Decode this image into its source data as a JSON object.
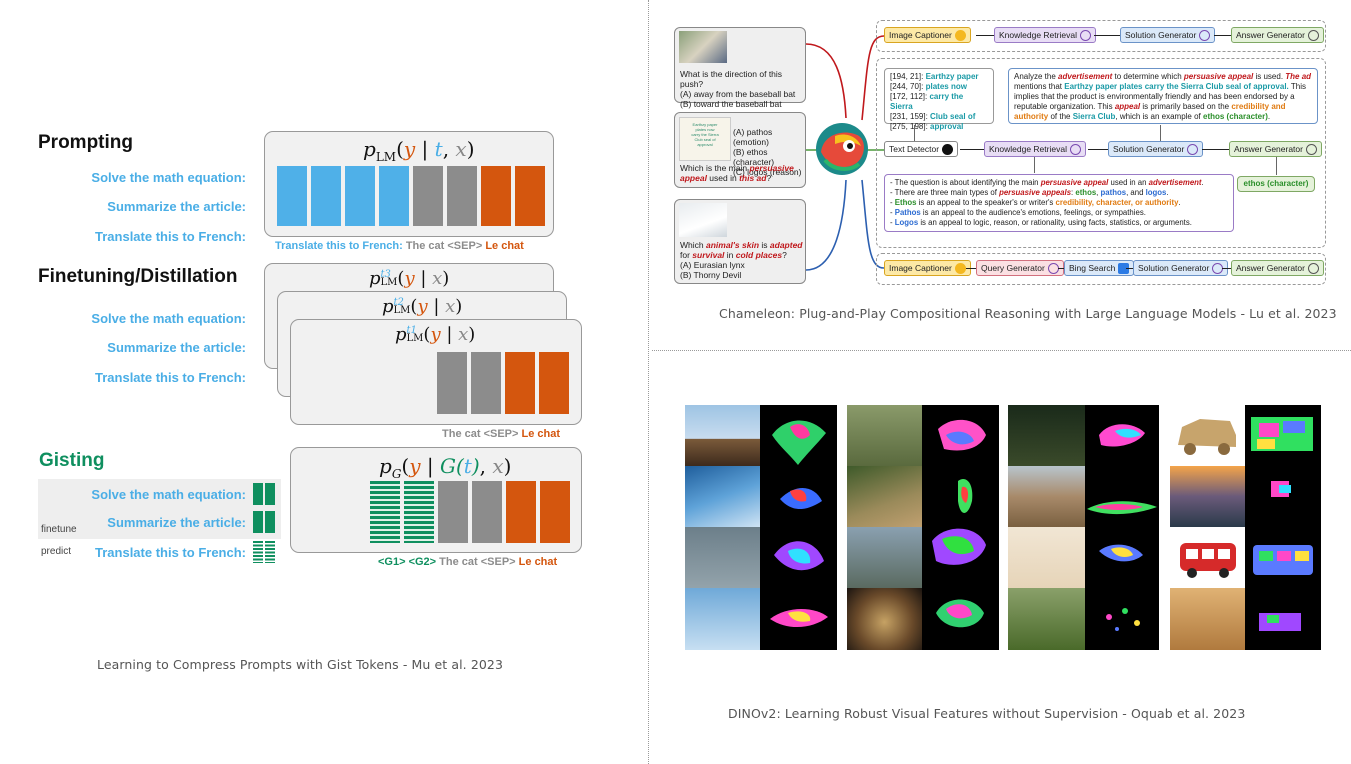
{
  "gist_figure": {
    "caption": "Learning to Compress Prompts with Gist Tokens - Mu et al. 2023",
    "prompting": {
      "heading": "Prompting",
      "tasks": [
        "Solve the math equation:",
        "Summarize the article:",
        "Translate this to French:"
      ],
      "formula": {
        "p": "p",
        "sub": "LM",
        "y": "y",
        "bar": " | ",
        "t": "t",
        "comma": ", ",
        "x": "x"
      },
      "example": {
        "task": "Translate this to French:",
        "input": "The cat <SEP>",
        "output": "Le chat"
      }
    },
    "finetuning": {
      "heading": "Finetuning/Distillation",
      "tasks": [
        "Solve the math equation:",
        "Summarize the article:",
        "Translate this to French:"
      ],
      "formulas": [
        {
          "p": "p",
          "sup": "t3",
          "sub": "LM",
          "y": "y",
          "bar": " | ",
          "x": "x"
        },
        {
          "p": "p",
          "sup": "t2",
          "sub": "LM",
          "y": "y",
          "bar": " | ",
          "x": "x"
        },
        {
          "p": "p",
          "sup": "t1",
          "sub": "LM",
          "y": "y",
          "bar": " | ",
          "x": "x"
        }
      ],
      "example": {
        "input": "The cat <SEP>",
        "output": "Le chat"
      }
    },
    "gisting": {
      "heading": "Gisting",
      "tasks": [
        "Solve the math equation:",
        "Summarize the article:",
        "Translate this to French:"
      ],
      "stage_labels": {
        "finetune": "finetune",
        "predict": "predict"
      },
      "formula": {
        "p": "p",
        "sub": "G",
        "y": "y",
        "bar": " | ",
        "g": "G(",
        "t": "t",
        "close": ")",
        "comma": ", ",
        "x": "x"
      },
      "example": {
        "gist": "<G1> <G2>",
        "input": "The cat <SEP>",
        "output": "Le chat"
      }
    },
    "colors": {
      "task": "#4aaee6",
      "gist": "#0f8f5f",
      "output": "#d4560e",
      "input": "#8c8c8c"
    }
  },
  "chameleon_figure": {
    "caption": "Chameleon: Plug-and-Play Compositional Reasoning with Large Language Models - Lu et al. 2023",
    "questions": [
      {
        "text": "What is the direction of this push?",
        "options": [
          "(A) away from the baseball bat",
          "(B) toward the baseball bat"
        ]
      },
      {
        "options": [
          "(A) pathos (emotion)",
          "(B) ethos (character)",
          "(C) logos (reason)"
        ],
        "q_prefix": "Which is the main ",
        "q_em": "persuasive appeal",
        "q_mid": " used in ",
        "q_em2": "this ad",
        "q_suffix": "?"
      },
      {
        "q_prefix": "Which ",
        "q_em": "animal's skin",
        "q_mid": " is ",
        "q_em2": "adapted",
        "q_mid2": " for ",
        "q_em3": "survival",
        "q_mid3": " in ",
        "q_em4": "cold places",
        "q_suffix": "?",
        "options": [
          "(A) Eurasian lynx",
          "(B) Thorny Devil"
        ]
      }
    ],
    "ad_text": [
      "Earthzy paper",
      "plates now",
      "carry the Sierra",
      "Club seal of",
      "approval"
    ],
    "pipeline_1": [
      "Image Captioner",
      "Knowledge Retrieval",
      "Solution Generator",
      "Answer Generator"
    ],
    "pipeline_2": [
      "Text Detector",
      "Knowledge Retrieval",
      "Solution Generator",
      "Answer Generator"
    ],
    "pipeline_3": [
      "Image Captioner",
      "Query Generator",
      "Bing Search",
      "Solution Generator",
      "Answer Generator"
    ],
    "ocr_lines": [
      {
        "coord": "[194, 21]: ",
        "text": "Earthzy paper"
      },
      {
        "coord": "[244, 70]: ",
        "text": "plates now"
      },
      {
        "coord": "[172, 112]: ",
        "text": "carry the Sierra"
      },
      {
        "coord": "[231, 159]: ",
        "text": "Club seal of"
      },
      {
        "coord": "[275, 198]: ",
        "text": "approval"
      }
    ],
    "solution_text": {
      "p1": "Analyze the ",
      "e1": "advertisement",
      "p2": " to determine which ",
      "e2": "persuasive appeal",
      "p3": " is used. ",
      "e3": "The ad",
      "p4": " mentions that ",
      "t1": "Earthzy paper plates carry the Sierra Club seal of approval.",
      "p5": " This implies that the product is environmentally friendly and has been endorsed by a reputable organization. This ",
      "e4": "appeal",
      "p6": " is primarily based on the ",
      "o1": "credibility and authority",
      "p7": " of the ",
      "t2": "Sierra Club",
      "p8": ", which is an example of ",
      "g1": "ethos (character)",
      "p9": "."
    },
    "knowledge_text": [
      {
        "p1": "- The question is about identifying the main ",
        "e1": "persuasive appeal",
        "p2": " used in an ",
        "e2": "advertisement",
        "p3": "."
      },
      {
        "p1": "- There are three main types of ",
        "e1": "persuasive appeals",
        "p2": ": ",
        "g": "ethos",
        "c1": ", ",
        "b": "pathos",
        "c2": ", and ",
        "b2": "logos",
        "p3": "."
      },
      {
        "p1": "- ",
        "g": "Ethos",
        "p2": " is an appeal to the speaker's or writer's ",
        "o": "credibility, character, or authority",
        "p3": "."
      },
      {
        "p1": "- ",
        "b": "Pathos",
        "p2": " is an appeal to the audience's emotions, feelings, or sympathies."
      },
      {
        "p1": "- ",
        "b": "Logos",
        "p2": " is an appeal to logic, reason, or rationality, using facts, statistics, or arguments."
      }
    ],
    "answer": "ethos (character)"
  },
  "dino_figure": {
    "caption": "DINOv2: Learning Robust Visual Features without Supervision - Oquab et al. 2023"
  }
}
